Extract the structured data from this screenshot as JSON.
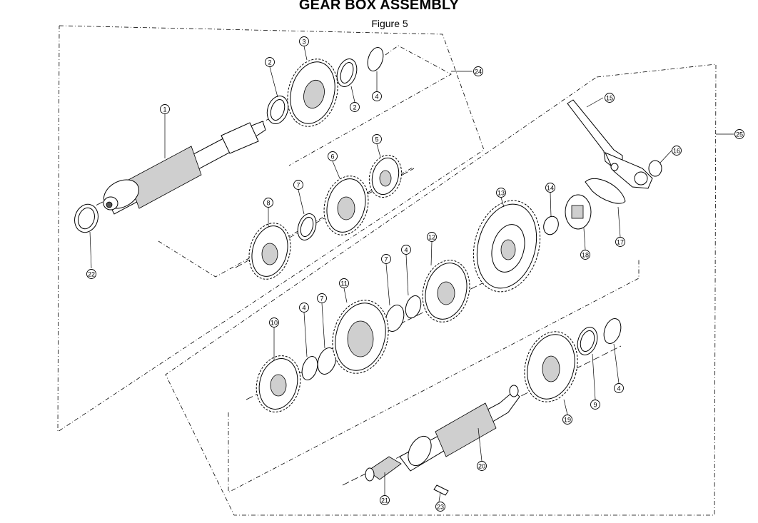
{
  "title": "GEAR BOX ASSEMBLY",
  "subtitle": "Figure 5",
  "callouts": [
    "1",
    "2",
    "3",
    "2",
    "4",
    "24",
    "5",
    "6",
    "7",
    "8",
    "22",
    "15",
    "16",
    "25",
    "14",
    "13",
    "12",
    "7",
    "4",
    "11",
    "7",
    "4",
    "10",
    "18",
    "17",
    "9",
    "4",
    "19",
    "20",
    "21",
    "23"
  ]
}
